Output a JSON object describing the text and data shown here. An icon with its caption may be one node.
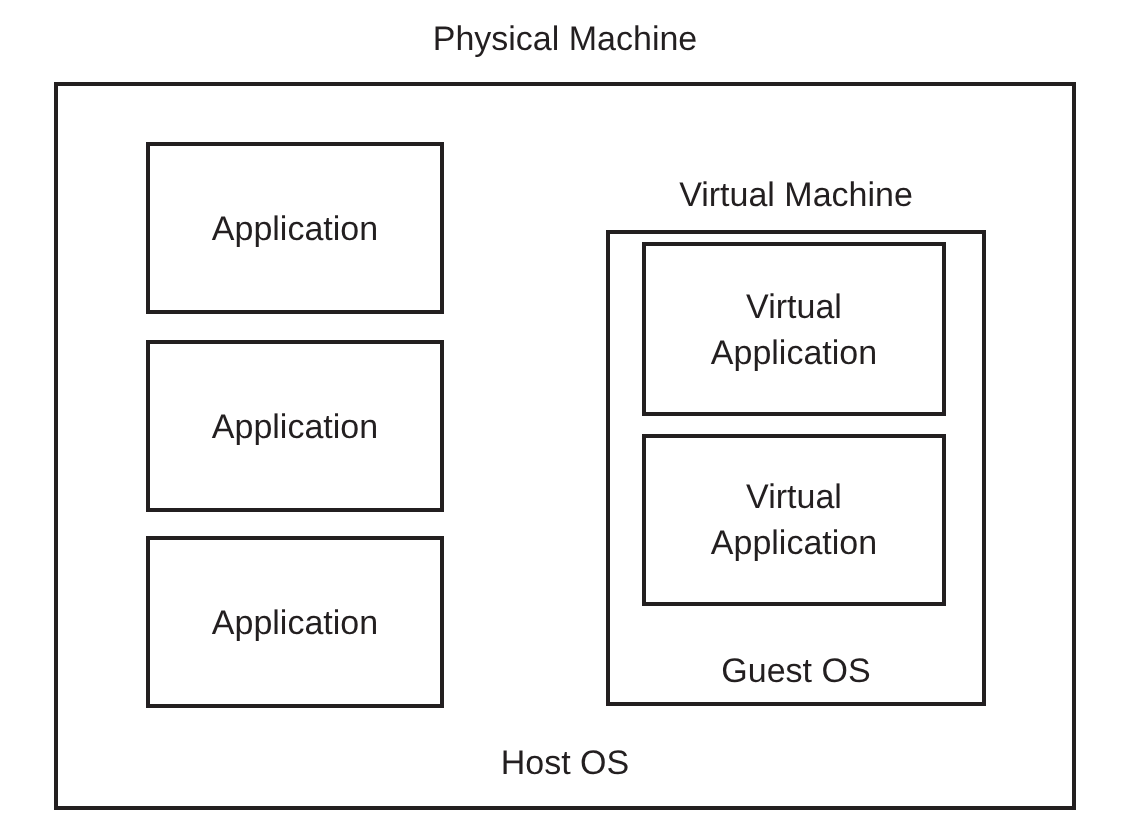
{
  "diagram": {
    "nodes": [
      {
        "text": [
          "Physical Machine",
          "Host OS"
        ]
      },
      {
        "text": [
          "Application"
        ],
        "in": 0
      },
      {
        "text": [
          "Application"
        ],
        "in": 0
      },
      {
        "text": [
          "Application"
        ],
        "in": 0
      },
      {
        "text": [
          "Virtual Machine",
          "Guest OS"
        ],
        "in": 0
      },
      {
        "text": [
          "Virtual Application"
        ],
        "in": 4
      },
      {
        "text": [
          "Virtual Application"
        ],
        "in": 4
      }
    ]
  }
}
